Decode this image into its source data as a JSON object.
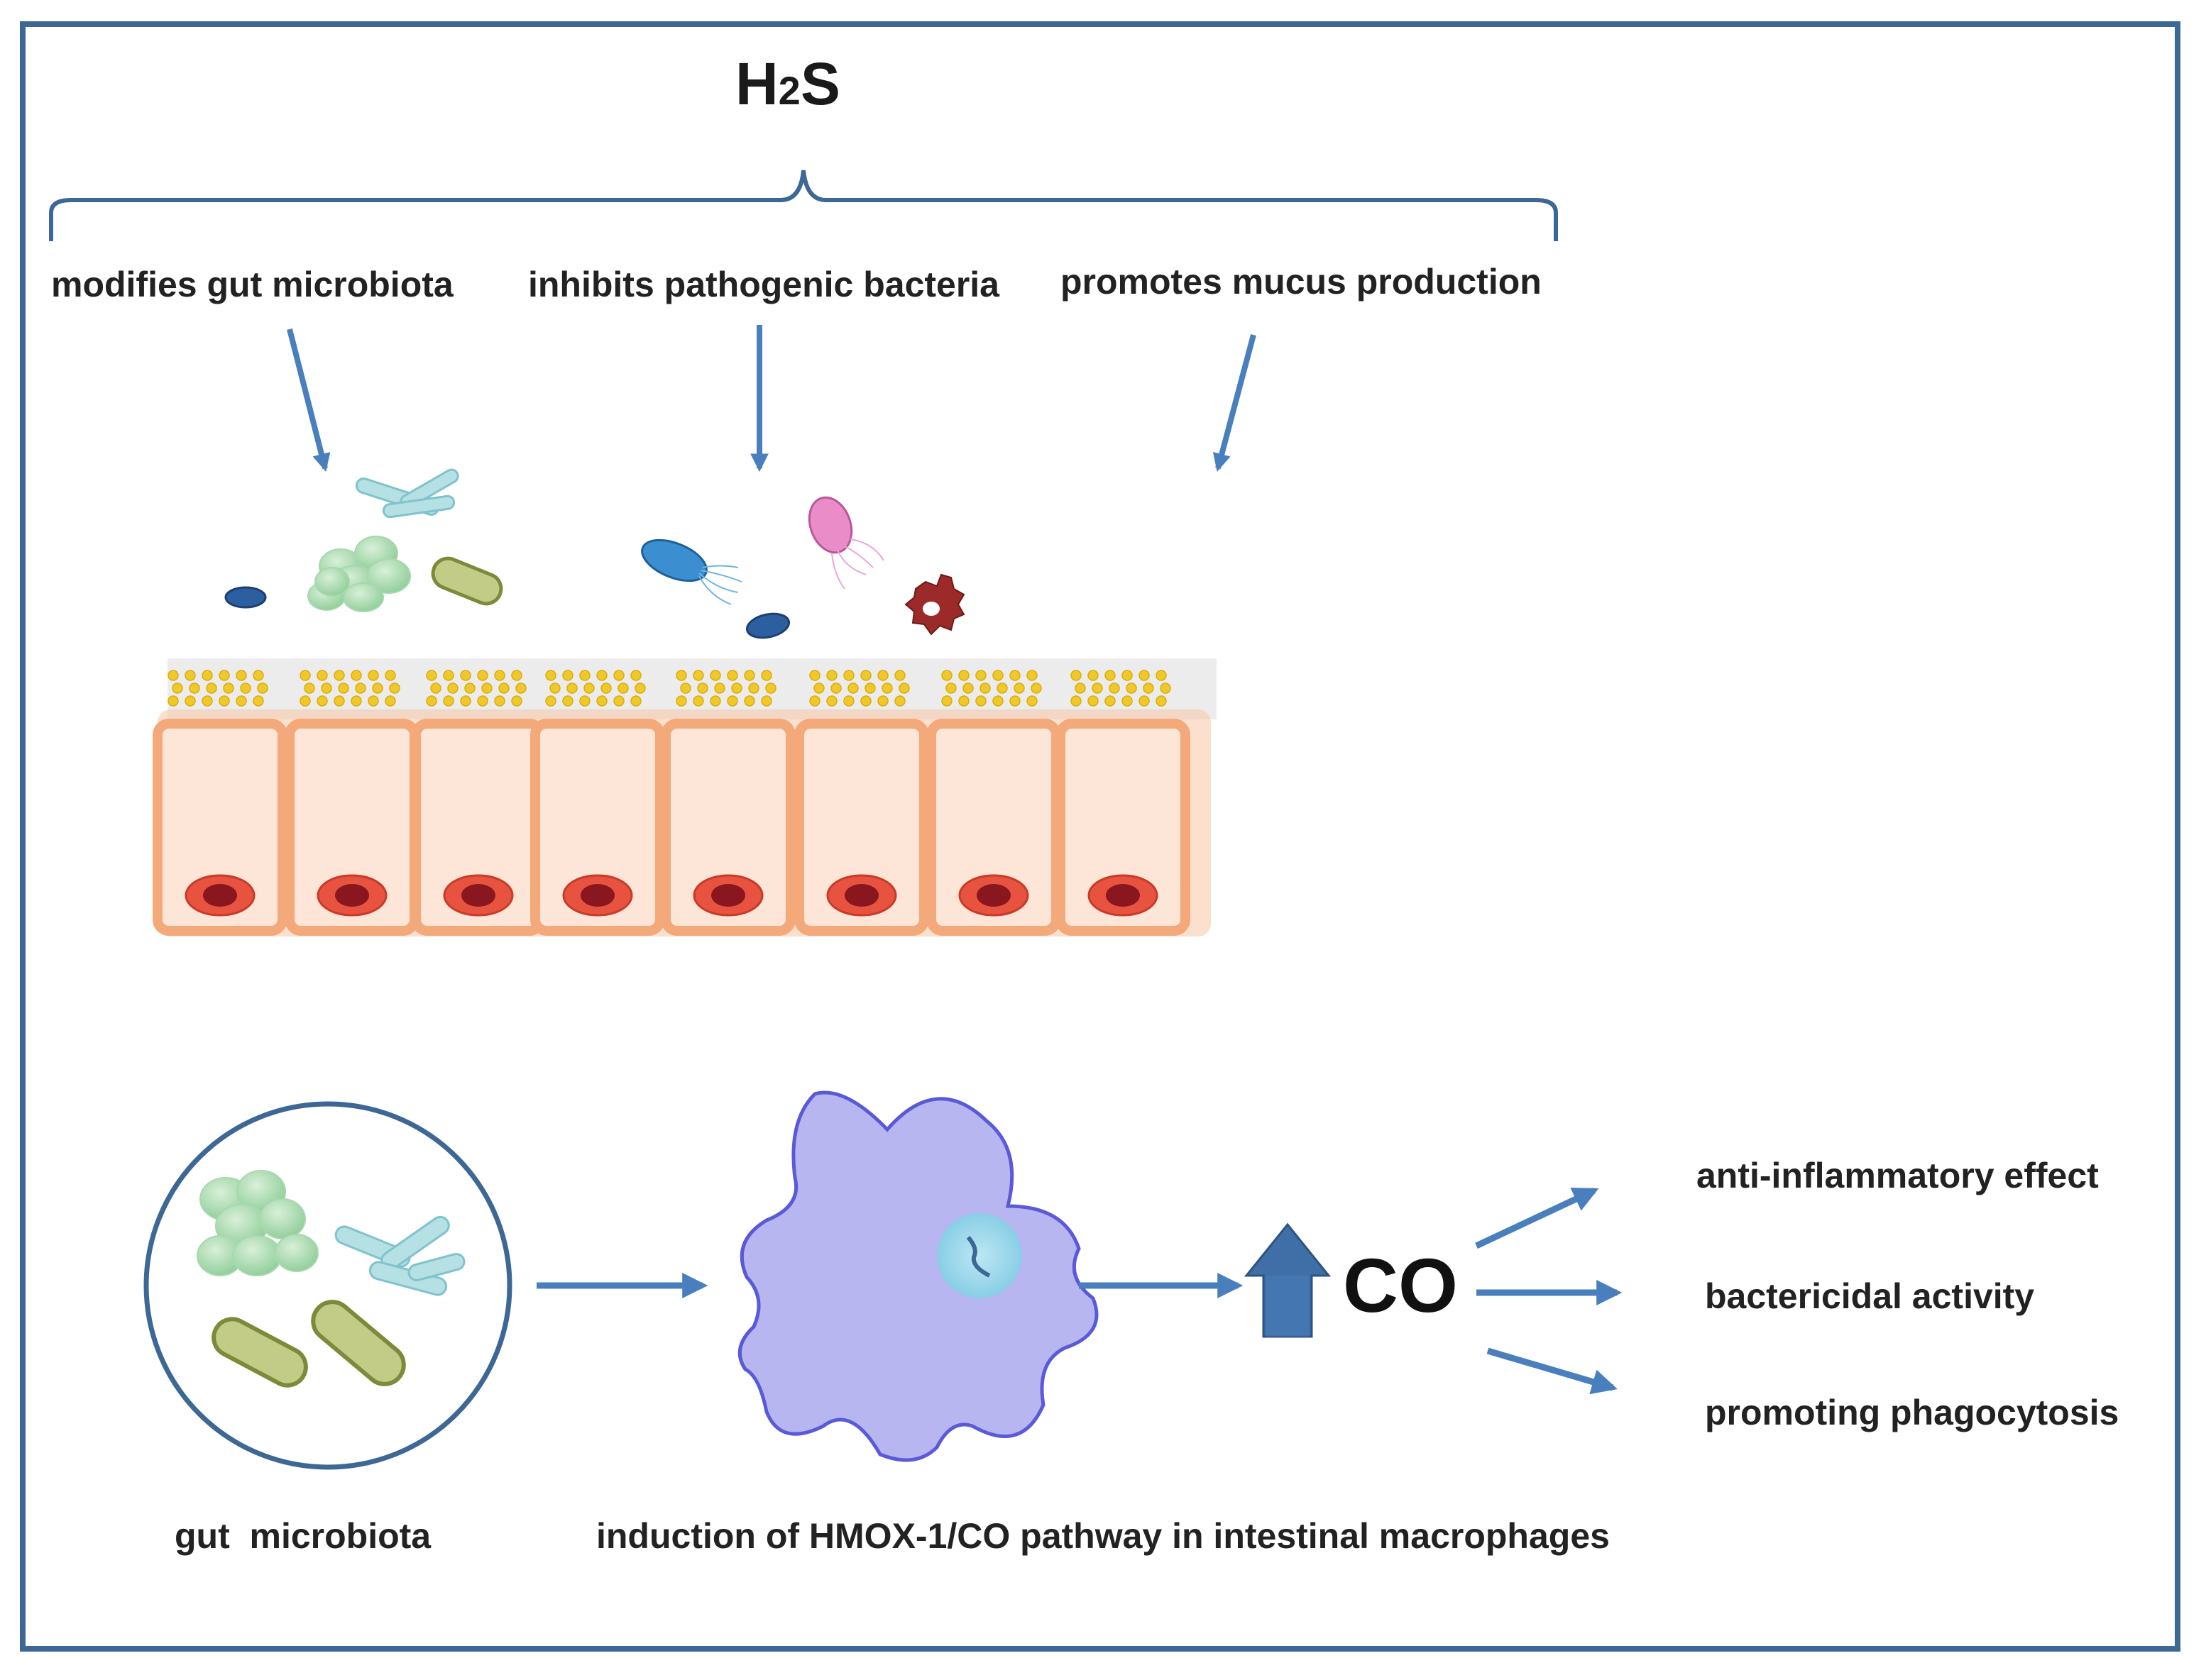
{
  "title": {
    "pre": "H",
    "sub": "2",
    "post": "S"
  },
  "top_effects": [
    {
      "id": "microbiota",
      "label": "modifies gut microbiota"
    },
    {
      "id": "pathogen",
      "label": "inhibits pathogenic bacteria"
    },
    {
      "id": "mucus",
      "label": "promotes mucus production"
    }
  ],
  "bottom": {
    "microbiota_label": "gut  microbiota",
    "pathway_label": "induction of HMOX-1/CO pathway in intestinal macrophages",
    "co_label": "CO",
    "outcomes": [
      "anti-inflammatory effect",
      "bactericidal activity",
      "promoting phagocytosis"
    ]
  },
  "colors": {
    "frame": "#3d6794",
    "arrow": "#4a7fbd",
    "cell_border": "#f3a97a",
    "cell_fill": "#fde6d8",
    "nucleus": "#e8533f",
    "microvilli": "#f0c828",
    "macrophage": "#b8b6f0",
    "macrophage_border": "#5a5ad8"
  }
}
